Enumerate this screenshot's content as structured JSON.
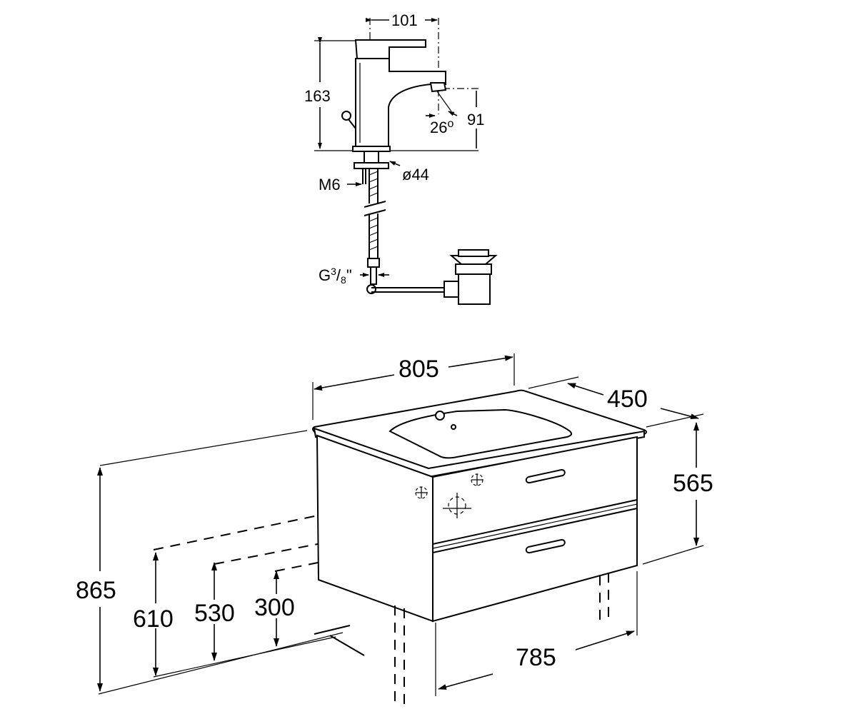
{
  "faucet": {
    "dims": {
      "spout_reach": "101",
      "height": "163",
      "spout_height": "91",
      "angle_value": "26",
      "angle_unit": "o",
      "base_diameter": "ø44",
      "rod_thread": "M6",
      "connection_prefix": "G",
      "connection_num": "3",
      "connection_slash": "/",
      "connection_den": "8",
      "connection_suffix": "\""
    }
  },
  "cabinet": {
    "dims": {
      "width_top": "805",
      "depth": "450",
      "cabinet_height": "565",
      "total_height": "865",
      "height_610": "610",
      "height_530": "530",
      "height_300": "300",
      "width_bottom": "785"
    }
  }
}
